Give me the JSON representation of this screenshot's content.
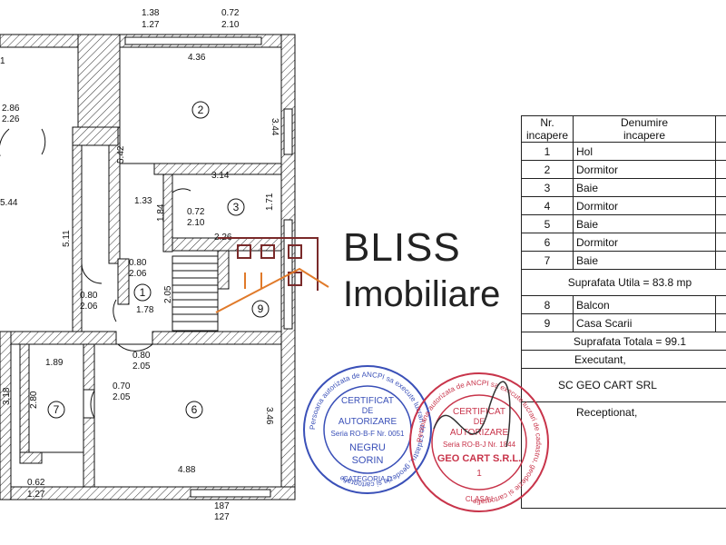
{
  "plan": {
    "dims": {
      "top_a": "1.38",
      "top_a2": "1.27",
      "top_b": "0.72",
      "top_b2": "2.10",
      "top_left": "1",
      "r2_width": "4.36",
      "r2_height": "3.44",
      "left_door": "2.86",
      "left_door2": "2.26",
      "corr_height": "5.42",
      "r2_bottom": "3.14",
      "r3_left": "1.33",
      "r3_door_h": "1.84",
      "r3_door": "0.72",
      "r3_door2": "2.10",
      "r3_right": "1.71",
      "stair_w": "2.26",
      "hall_len": "5.44",
      "hall_height": "5.11",
      "d1": "0.80",
      "d1b": "2.06",
      "d2": "0.80",
      "d2b": "2.06",
      "stair_h": "2.05",
      "hall_w": "1.78",
      "d6": "0.80",
      "d6b": "2.05",
      "r7_w": "1.89",
      "r7_h": "2.80",
      "left_318": "3.18",
      "d7": "0.70",
      "d7b": "2.05",
      "r6_h": "3.46",
      "r6_w": "4.88",
      "bot_a": "0.62",
      "bot_a2": "1.27",
      "bot_b": "187",
      "bot_b2": "127"
    },
    "rooms": [
      "1",
      "2",
      "3",
      "6",
      "7",
      "9"
    ]
  },
  "logo": {
    "line1": "BLISS",
    "line2": "Imobiliare",
    "house_color": "#7a2a2a",
    "accent_color": "#e07a2a"
  },
  "table": {
    "header_nr": "Nr.",
    "header_nr2": "incapere",
    "header_den": "Denumire",
    "header_den2": "incapere",
    "rows": [
      {
        "nr": "1",
        "name": "Hol"
      },
      {
        "nr": "2",
        "name": "Dormitor"
      },
      {
        "nr": "3",
        "name": "Baie"
      },
      {
        "nr": "4",
        "name": "Dormitor"
      },
      {
        "nr": "5",
        "name": "Baie"
      },
      {
        "nr": "6",
        "name": "Dormitor"
      },
      {
        "nr": "7",
        "name": "Baie"
      }
    ],
    "suprafata_utila": "Suprafata Utila = 83.8 mp",
    "rows2": [
      {
        "nr": "8",
        "name": "Balcon"
      },
      {
        "nr": "9",
        "name": "Casa Scarii"
      }
    ],
    "suprafata_totala": "Suprafata Totala = 99.1",
    "executant": "Executant,",
    "company": "SC GEO CART SRL",
    "receptionat": "Receptionat,"
  },
  "stamps": {
    "blue": {
      "color": "#3a50b8",
      "ring": "Persoana autorizata de ANCPI sa execute lucrari de cadastru, geodezie si cartografie",
      "l1": "CERTIFICAT",
      "l2": "DE",
      "l3": "AUTORIZARE",
      "l4": "Seria RO-B-F Nr. 0051",
      "l5": "NEGRU",
      "l6": "SORIN",
      "l7": "CATEGORIA D"
    },
    "red": {
      "color": "#c8344a",
      "ring": "Persoana autorizata de ANCPI sa execute lucrari de cadastru, geodezie si cartografie",
      "l1": "CERTIFICAT",
      "l2": "DE",
      "l3": "AUTORIZARE",
      "l4": "Seria RO-B-J Nr. 1844",
      "l5": "GEO CART S.R.L.",
      "l6": "1",
      "l7": "CLASA I"
    }
  }
}
